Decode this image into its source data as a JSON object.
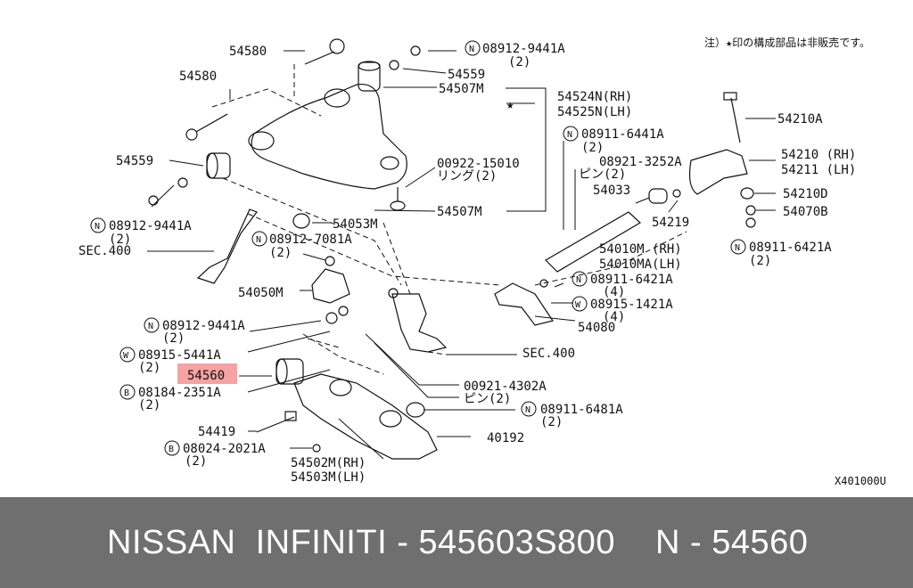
{
  "note": "注）★印の構成部品は非販売です。",
  "diagram_code": "X401000U",
  "footer": {
    "left": "NISSAN  INFINITI - 545603S800",
    "right": "N - 54560"
  },
  "labels": {
    "l_54580a": "54580",
    "l_08912_9441a_top": "08912-9441A",
    "l_08912_9441a_top_q": "(2)",
    "l_54559_top": "54559",
    "l_54507m_top": "54507M",
    "l_54580b": "54580",
    "l_54524n": "54524N(RH)",
    "l_54525n": "54525N(LH)",
    "l_08911_6441a": "08911-6441A",
    "l_08911_6441a_q": "(2)",
    "l_08921_3252a": "08921-3252A",
    "l_pin2a": "ピン(2)",
    "l_00922": "00922-15010",
    "l_ring2": "リング(2)",
    "l_54210a": "54210A",
    "l_54210": "54210 (RH)",
    "l_54211": "54211 (LH)",
    "l_54559_left": "54559",
    "l_54033": "54033",
    "l_54210d": "54210D",
    "l_54219": "54219",
    "l_54070b": "54070B",
    "l_54507m_mid": "54507M",
    "l_08912_9441a_left": "08912-9441A",
    "l_08912_9441a_left_q": "(2)",
    "l_54053m": "54053M",
    "l_sec400a": "SEC.400",
    "l_08912_7081a": "08912-7081A",
    "l_08912_7081a_q": "(2)",
    "l_54010m": "54010M  (RH)",
    "l_54010ma": "54010MA(LH)",
    "l_08911_6421a_r": "08911-6421A",
    "l_08911_6421a_r_q": "(2)",
    "l_08911_6421a": "08911-6421A",
    "l_08911_6421a_q": "(4)",
    "l_54050m": "54050M",
    "l_08915_1421a": "08915-1421A",
    "l_08915_1421a_q": "(4)",
    "l_08912_9441a_low": "08912-9441A",
    "l_08912_9441a_low_q": "(2)",
    "l_54080": "54080",
    "l_08915_5441a": "08915-5441A",
    "l_08915_5441a_q": "(2)",
    "l_sec400b": "SEC.400",
    "l_54560": "54560",
    "l_00921": "00921-4302A",
    "l_08184": "08184-2351A",
    "l_08184_q": "(2)",
    "l_pin2b": "ピン(2)",
    "l_08911_6481a": "08911-6481A",
    "l_08911_6481a_q": "(2)",
    "l_54419": "54419",
    "l_40192": "40192",
    "l_08024": "08024-2021A",
    "l_08024_q": "(2)",
    "l_54502m": "54502M(RH)",
    "l_54503m": "54503M(LH)"
  },
  "colors": {
    "highlight": "#f5a3a3",
    "footer_bg": "#6f6f6f",
    "line": "#111111"
  }
}
